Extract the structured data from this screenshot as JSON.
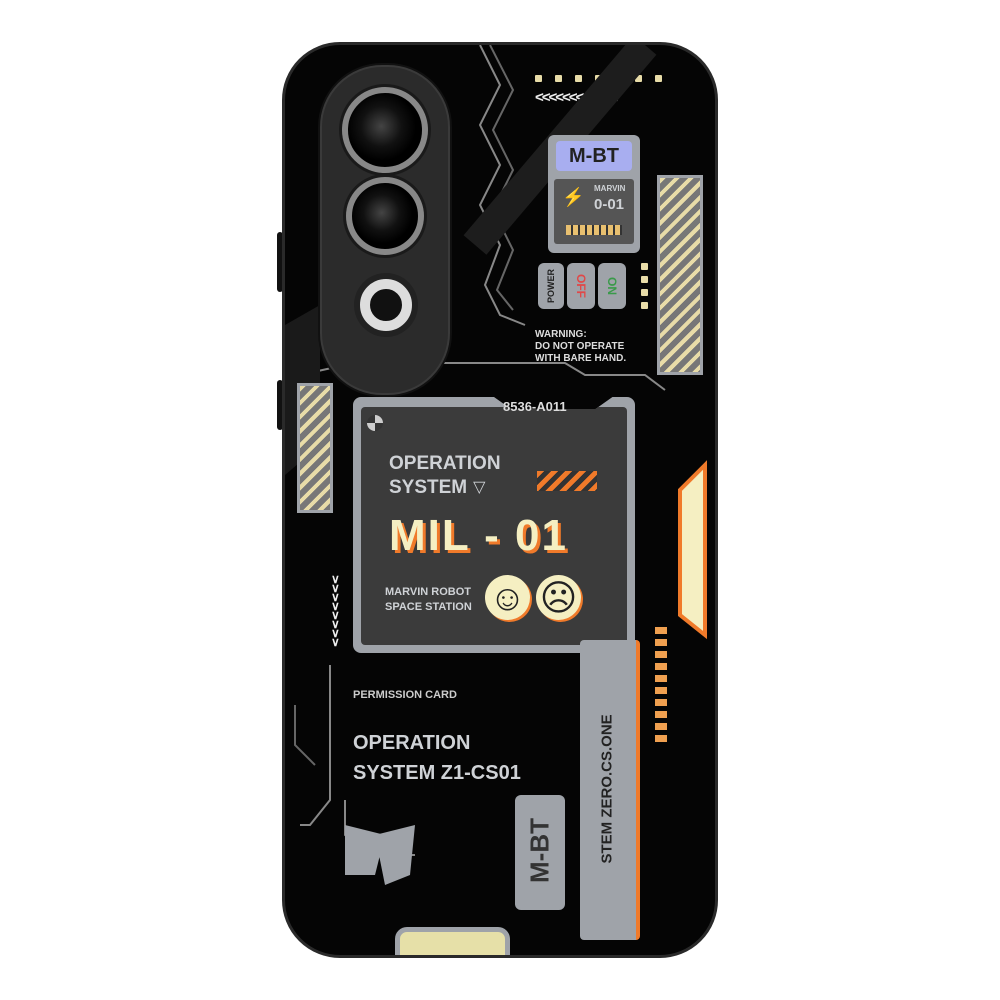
{
  "card": {
    "brand": "M-BT",
    "model_line1": "MARVIN",
    "model_line2": "0-01"
  },
  "switches": {
    "power": "POWER",
    "off": "OFF",
    "on": "ON"
  },
  "warning": {
    "line1": "WARNING:",
    "line2": "DO NOT OPERATE",
    "line3": "WITH BARE HAND."
  },
  "panel": {
    "code": "8536-A011",
    "os_line1": "OPERATION",
    "os_line2": "SYSTEM",
    "title": "MIL - 01",
    "station_line1": "MARVIN ROBOT",
    "station_line2": "SPACE STATION"
  },
  "permission": {
    "label": "PERMISSION CARD",
    "line1": "OPERATION",
    "line2": "SYSTEM Z1-CS01"
  },
  "vertical": {
    "system": "STEM ZERO.CS.ONE",
    "brand": "M-BT"
  },
  "colors": {
    "accent": "#f07a2a",
    "cream": "#f5efc2",
    "grey": "#9fa3a9",
    "lavender": "#a8aef0"
  }
}
